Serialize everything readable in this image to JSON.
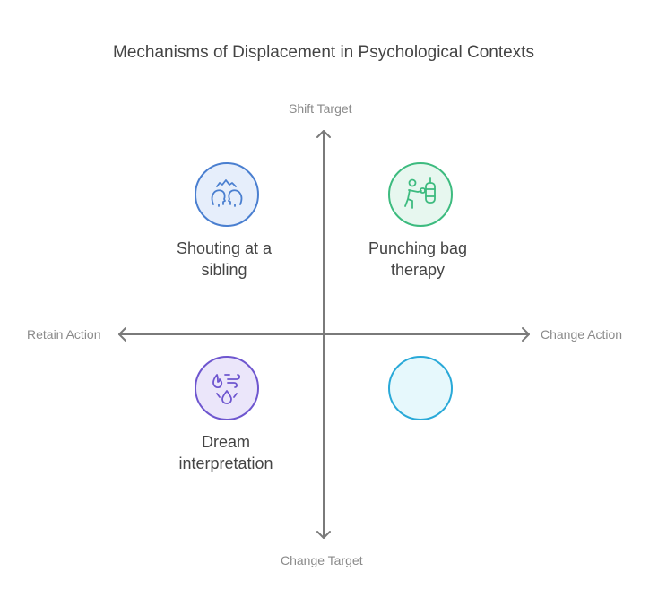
{
  "title": "Mechanisms of Displacement in Psychological Contexts",
  "axes": {
    "top": "Shift Target",
    "bottom": "Change Target",
    "left": "Retain Action",
    "right": "Change Action"
  },
  "quadrants": [
    {
      "id": "top-left",
      "label_line1": "Shouting at a",
      "label_line2": "sibling",
      "icon": "arguing-heads-icon",
      "stroke": "#4a7fd0",
      "fill": "#e6eefb"
    },
    {
      "id": "top-right",
      "label_line1": "Punching bag",
      "label_line2": "therapy",
      "icon": "boxer-punching-bag-icon",
      "stroke": "#3dbb7f",
      "fill": "#e7f7ef"
    },
    {
      "id": "bottom-left",
      "label_line1": "Dream",
      "label_line2": "interpretation",
      "icon": "elements-fire-water-wind-icon",
      "stroke": "#6e56cf",
      "fill": "#ebe6fa"
    },
    {
      "id": "bottom-right",
      "label_line1": "",
      "label_line2": "",
      "icon": "empty-circle",
      "stroke": "#29a9d8",
      "fill": "#e6f8fc"
    }
  ],
  "colors": {
    "axis": "#7a7a7a",
    "text": "#444444",
    "axis_label": "#8a8a8a"
  }
}
